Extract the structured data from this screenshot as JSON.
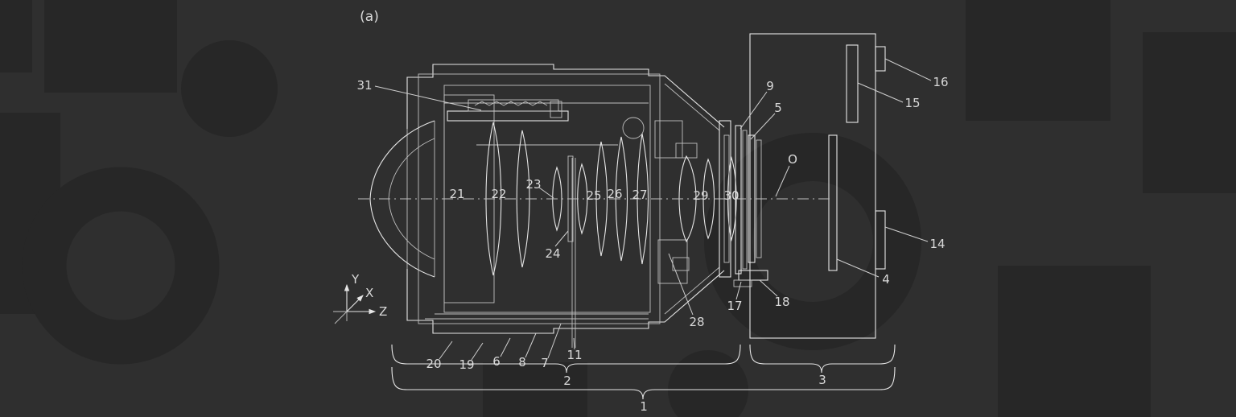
{
  "colors": {
    "background": "#2f2f2f",
    "watermark": "#272727",
    "line": "#e6e6e6",
    "text": "#d9d9d9"
  },
  "figure": {
    "tag": "(a)"
  },
  "axes": {
    "x": "X",
    "y": "Y",
    "z": "Z"
  },
  "parts": {
    "p31": "31",
    "p21": "21",
    "p22": "22",
    "p23": "23",
    "p24": "24",
    "p25": "25",
    "p26": "26",
    "p27": "27",
    "p28": "28",
    "p29": "29",
    "p30": "30",
    "p9": "9",
    "p5": "5",
    "pO": "O",
    "p16": "16",
    "p15": "15",
    "p14": "14",
    "p4": "4",
    "p17": "17",
    "p18": "18",
    "p20": "20",
    "p19": "19",
    "p6": "6",
    "p8": "8",
    "p7": "7",
    "p11": "11"
  },
  "groups": {
    "g2": "2",
    "g3": "3",
    "g1": "1"
  }
}
